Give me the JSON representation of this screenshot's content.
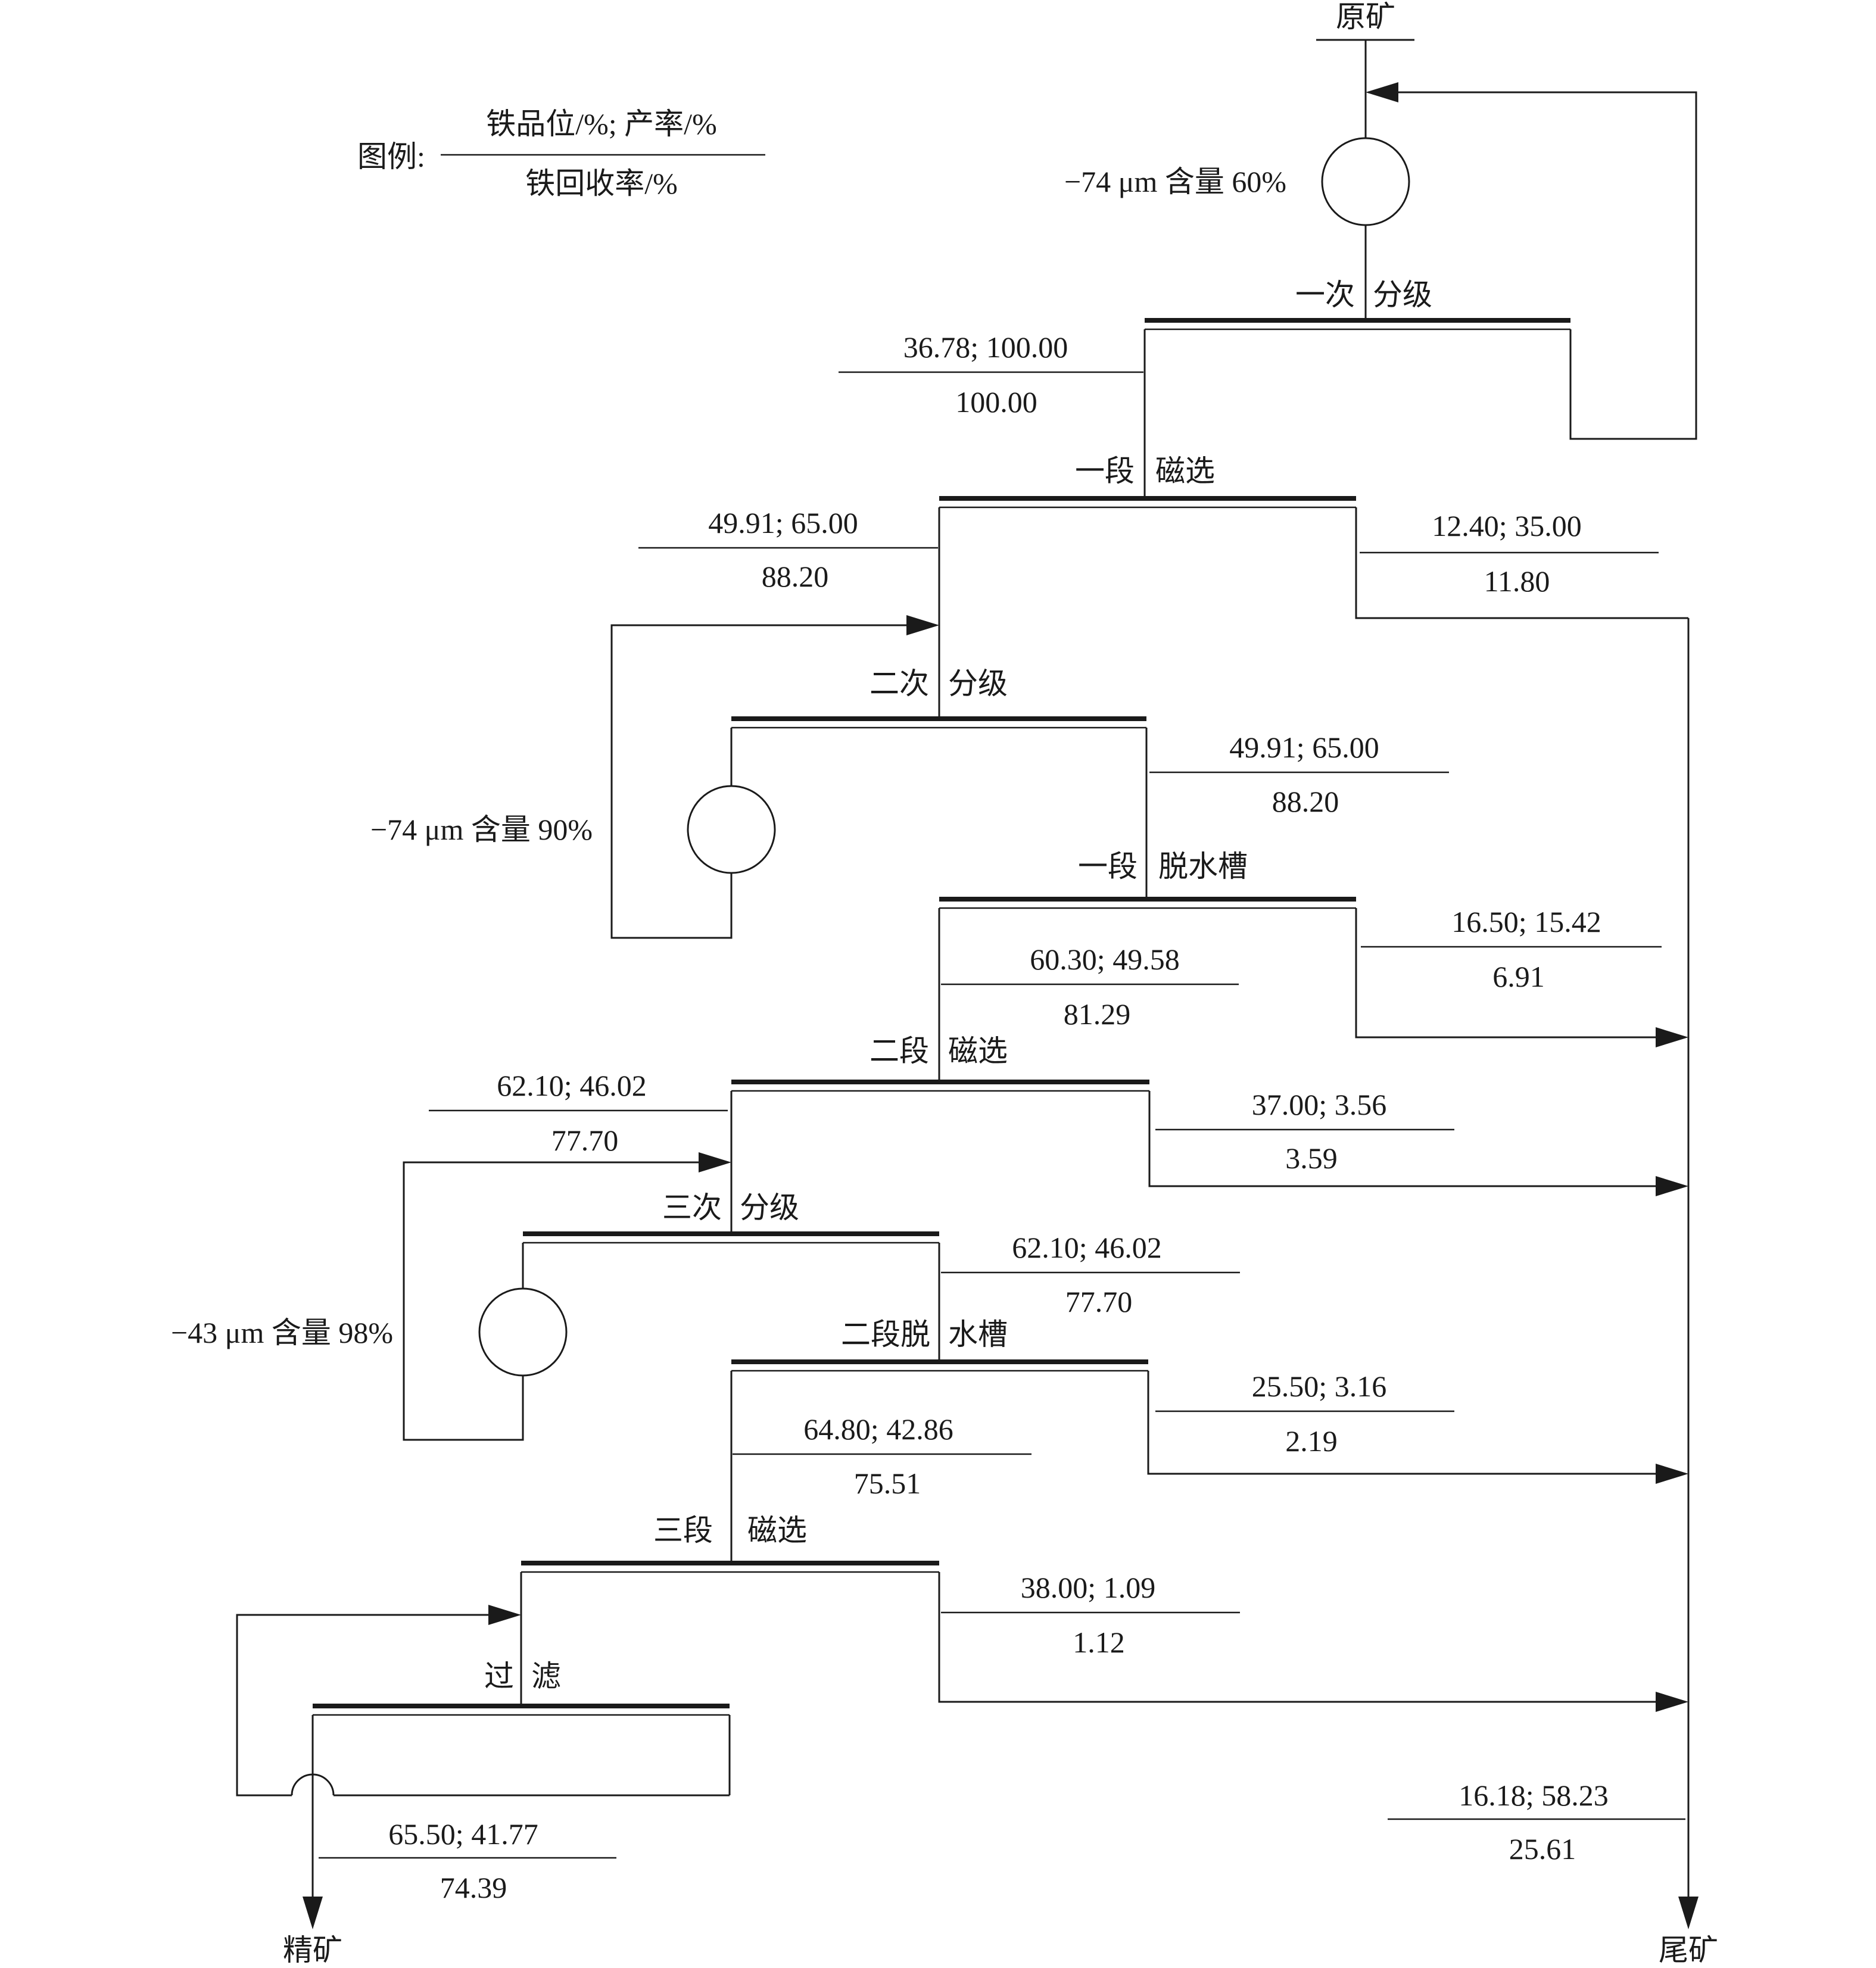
{
  "endpoints": {
    "raw_ore": "原矿",
    "concentrate": "精矿",
    "tailings": "尾矿"
  },
  "legend": {
    "prefix": "图例:",
    "numerator": "铁品位/%; 产率/%",
    "denominator": "铁回收率/%"
  },
  "grinding": [
    {
      "label": "−74 μm 含量 60%"
    },
    {
      "label": "−74 μm 含量 90%"
    },
    {
      "label": "−43 μm 含量 98%"
    }
  ],
  "units": {
    "cls1": {
      "a": "一次",
      "b": "分级"
    },
    "mag1": {
      "a": "一段",
      "b": "磁选"
    },
    "cls2": {
      "a": "二次",
      "b": "分级"
    },
    "dew1": {
      "a": "一段",
      "b": "脱水槽"
    },
    "mag2": {
      "a": "二段",
      "b": "磁选"
    },
    "cls3": {
      "a": "三次",
      "b": "分级"
    },
    "dew2": {
      "a": "二段脱",
      "b": "水槽"
    },
    "mag3": {
      "a": "三段",
      "b": "磁选"
    },
    "filt": {
      "a": "过",
      "b": "滤"
    }
  },
  "streams": {
    "feed": {
      "top": "36.78; 100.00",
      "bottom": "100.00"
    },
    "mag1_conc": {
      "top": "49.91; 65.00",
      "bottom": "88.20"
    },
    "mag1_tail": {
      "top": "12.40; 35.00",
      "bottom": "11.80"
    },
    "cls2_over": {
      "top": "49.91; 65.00",
      "bottom": "88.20"
    },
    "dew1_tail": {
      "top": "16.50; 15.42",
      "bottom": "6.91"
    },
    "dew1_conc": {
      "top": "60.30; 49.58",
      "bottom": "81.29"
    },
    "mag2_conc": {
      "top": "62.10; 46.02",
      "bottom": "77.70"
    },
    "mag2_tail": {
      "top": "37.00; 3.56",
      "bottom": "3.59"
    },
    "cls3_over": {
      "top": "62.10; 46.02",
      "bottom": "77.70"
    },
    "dew2_tail": {
      "top": "25.50; 3.16",
      "bottom": "2.19"
    },
    "dew2_conc": {
      "top": "64.80; 42.86",
      "bottom": "75.51"
    },
    "mag3_tail": {
      "top": "38.00; 1.09",
      "bottom": "1.12"
    },
    "final_conc": {
      "top": "65.50; 41.77",
      "bottom": "74.39"
    },
    "final_tail": {
      "top": "16.18; 58.23",
      "bottom": "25.61"
    }
  }
}
